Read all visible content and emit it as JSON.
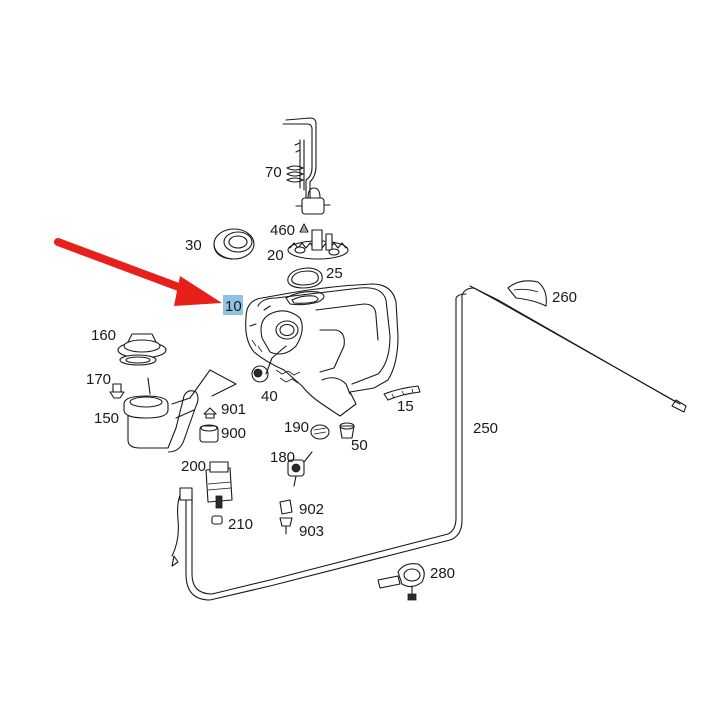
{
  "colors": {
    "line": "#1a1a1a",
    "arrow": "#e8201c",
    "highlight": "#8ec3e3",
    "background": "#ffffff"
  },
  "labels": {
    "p10": "10",
    "p15": "15",
    "p20": "20",
    "p25": "25",
    "p30": "30",
    "p40": "40",
    "p50": "50",
    "p70": "70",
    "p150": "150",
    "p160": "160",
    "p170": "170",
    "p180": "180",
    "p190": "190",
    "p200": "200",
    "p210": "210",
    "p250": "250",
    "p260": "260",
    "p280": "280",
    "p460": "460",
    "p900": "900",
    "p901": "901",
    "p902": "902",
    "p903": "903"
  },
  "highlighted_part": "10"
}
